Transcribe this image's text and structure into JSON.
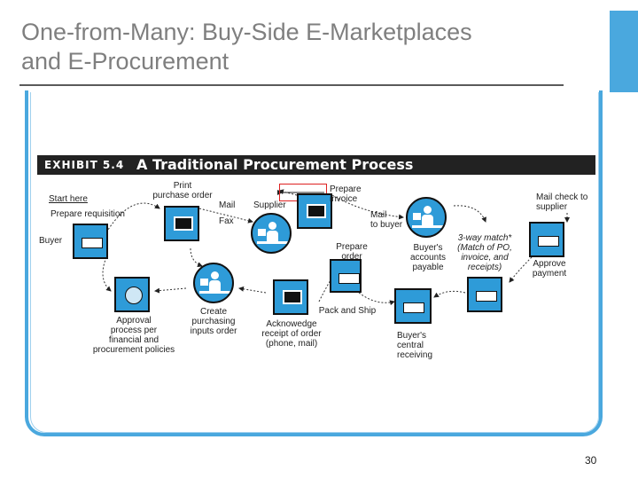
{
  "slide": {
    "title_line1": "One-from-Many: Buy-Side E-Marketplaces",
    "title_line2": "and E-Procurement",
    "page_number": "30"
  },
  "exhibit": {
    "number": "EXHIBIT 5.4",
    "title": "A Traditional Procurement Process"
  },
  "labels": {
    "start_here": "Start here",
    "prepare_requisition": "Prepare requisition",
    "buyer": "Buyer",
    "print_po_1": "Print",
    "print_po_2": "purchase order",
    "mail_1": "Mail",
    "fax": "Fax",
    "supplier": "Supplier",
    "prepare_invoice_1": "Prepare",
    "prepare_invoice_2": "invoice",
    "mail_to_buyer_1": "Mail",
    "mail_to_buyer_2": "to buyer",
    "mail_check_1": "Mail check to",
    "mail_check_2": "supplier",
    "prepare_order_1": "Prepare",
    "prepare_order_2": "order",
    "ap_1": "Buyer's",
    "ap_2": "accounts",
    "ap_3": "payable",
    "match_1": "3-way match*",
    "match_2": "(Match of PO,",
    "match_3": "invoice, and",
    "match_4": "receipts)",
    "approve_pay_1": "Approve",
    "approve_pay_2": "payment",
    "pack_ship": "Pack and Ship",
    "approval_1": "Approval",
    "approval_2": "process per",
    "approval_3": "financial and",
    "approval_4": "procurement policies",
    "create_po_1": "Create",
    "create_po_2": "purchasing",
    "create_po_3": "inputs order",
    "ack_1": "Acknowedge",
    "ack_2": "receipt of order",
    "ack_3": "(phone, mail)",
    "receiving_1": "Buyer's",
    "receiving_2": "central",
    "receiving_3": "receiving"
  },
  "colors": {
    "accent_blue": "#4aa8de",
    "icon_blue": "#2e9bd8",
    "highlight_red": "#dd2222"
  }
}
